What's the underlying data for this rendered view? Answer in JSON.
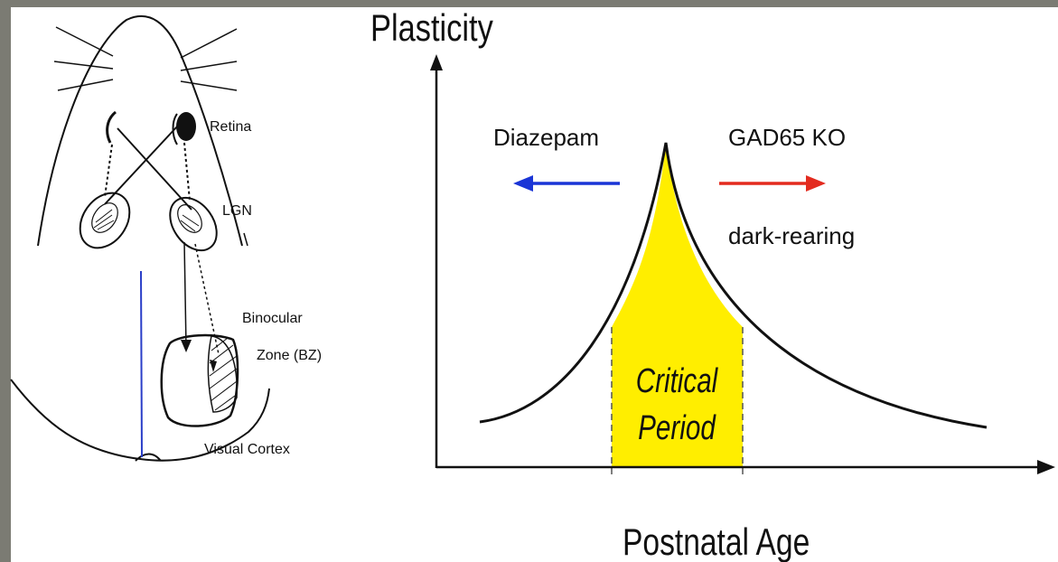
{
  "colors": {
    "background_frame": "#7b7b73",
    "panel": "#ffffff",
    "critical_period_fill": "#ffee00",
    "arrow_left": "#1a35d6",
    "arrow_right": "#e32b1f",
    "midline": "#2a3ec8"
  },
  "anatomy": {
    "retina": "Retina",
    "lgn": "LGN",
    "binocular": "Binocular",
    "zone": "Zone (BZ)",
    "cortex": "Visual Cortex"
  },
  "graph": {
    "y_axis": "Plasticity",
    "x_axis": "Postnatal Age",
    "left_label": "Diazepam",
    "right_label": "GAD65 KO",
    "right_label_2": "dark-rearing",
    "window_line1": "Critical",
    "window_line2": "Period"
  }
}
